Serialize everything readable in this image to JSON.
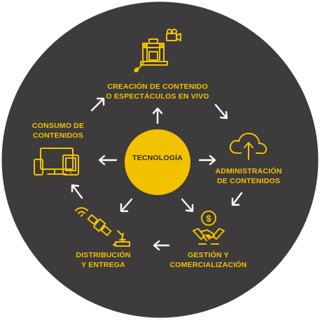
{
  "colors": {
    "background": "#ffffff",
    "circle": "#3d3b3b",
    "accent": "#f2c200",
    "arrows": "#ffffff",
    "center_text": "#2b2b2b"
  },
  "center": {
    "label": "TECNOLOGÍA"
  },
  "nodes": [
    {
      "id": "creacion",
      "icon": "stage-camera-microphone-icon",
      "lines": [
        "CREACIÓN DE  CONTENIDO",
        "O ESPECTÁCULOS EN VIVO"
      ]
    },
    {
      "id": "administracion",
      "icon": "cloud-upload-icon",
      "lines": [
        "ADMINISTRACIÓN",
        "DE CONTENIDOS"
      ]
    },
    {
      "id": "gestion",
      "icon": "handshake-dollar-icon",
      "lines": [
        "GESTIÓN Y",
        "COMERCIALIZACIÓN"
      ]
    },
    {
      "id": "distribucion",
      "icon": "satellite-antenna-icon",
      "lines": [
        "DISTRIBUCIÓN",
        "Y ENTREGA"
      ]
    },
    {
      "id": "consumo",
      "icon": "devices-icon",
      "lines": [
        "CONSUMO DE",
        "CONTENIDOS"
      ]
    }
  ]
}
